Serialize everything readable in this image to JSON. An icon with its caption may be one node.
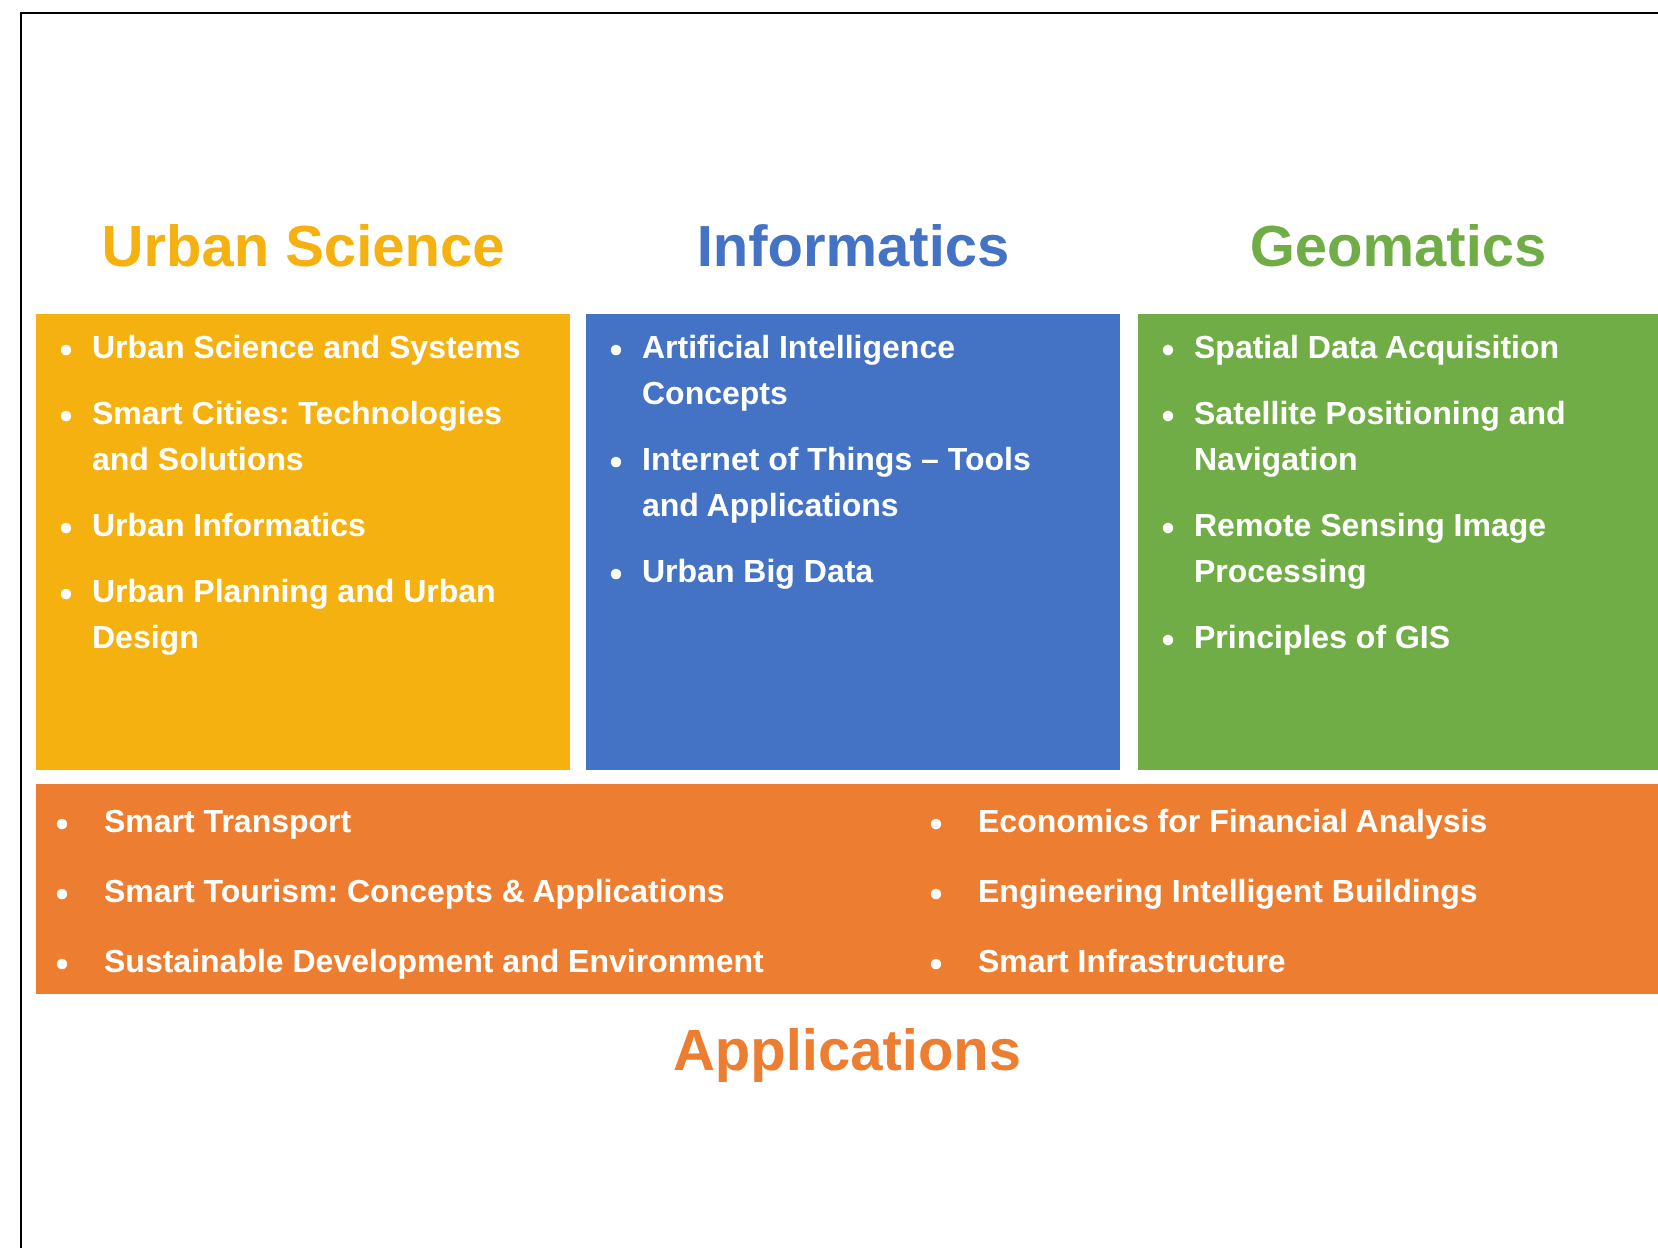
{
  "diagram": {
    "nodes": [
      {
        "text": [
          "Urban Science",
          "Urban Science and Systems",
          "Smart Cities: Technologies and Solutions",
          "Urban Informatics",
          "Urban Planning and Urban Design"
        ]
      },
      {
        "text": [
          "Informatics",
          "Artificial Intelligence Concepts",
          "Internet of Things – Tools and Applications",
          "Urban Big Data"
        ]
      },
      {
        "text": [
          "Geomatics",
          "Spatial Data Acquisition",
          "Satellite Positioning and Navigation",
          "Remote Sensing Image Processing",
          "Principles of GIS"
        ]
      },
      {
        "text": [
          "Applications",
          "Smart Transport",
          "Economics for Financial Analysis",
          "Smart Tourism: Concepts & Applications",
          "Engineering Intelligent Buildings",
          "Sustainable Development and Environment",
          "Smart Infrastructure"
        ]
      }
    ],
    "edges": []
  }
}
